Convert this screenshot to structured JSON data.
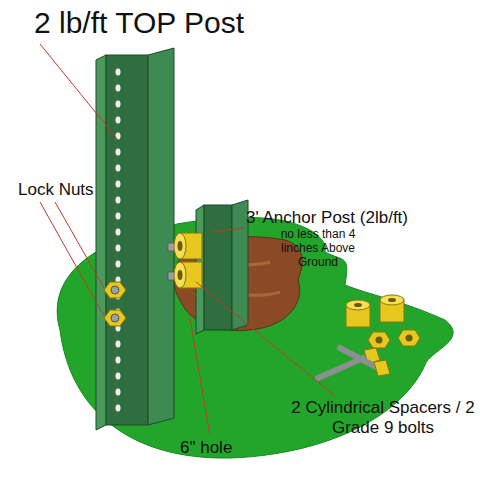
{
  "diagram": {
    "labels": [
      "2 lb/ft TOP Post",
      "Lock Nuts",
      "3' Anchor Post (2lb/ft)",
      "no less than 4 linches Above Ground",
      "2 Cylindrical Spacers / 2 Grade 9 bolts",
      "6\" hole"
    ]
  }
}
